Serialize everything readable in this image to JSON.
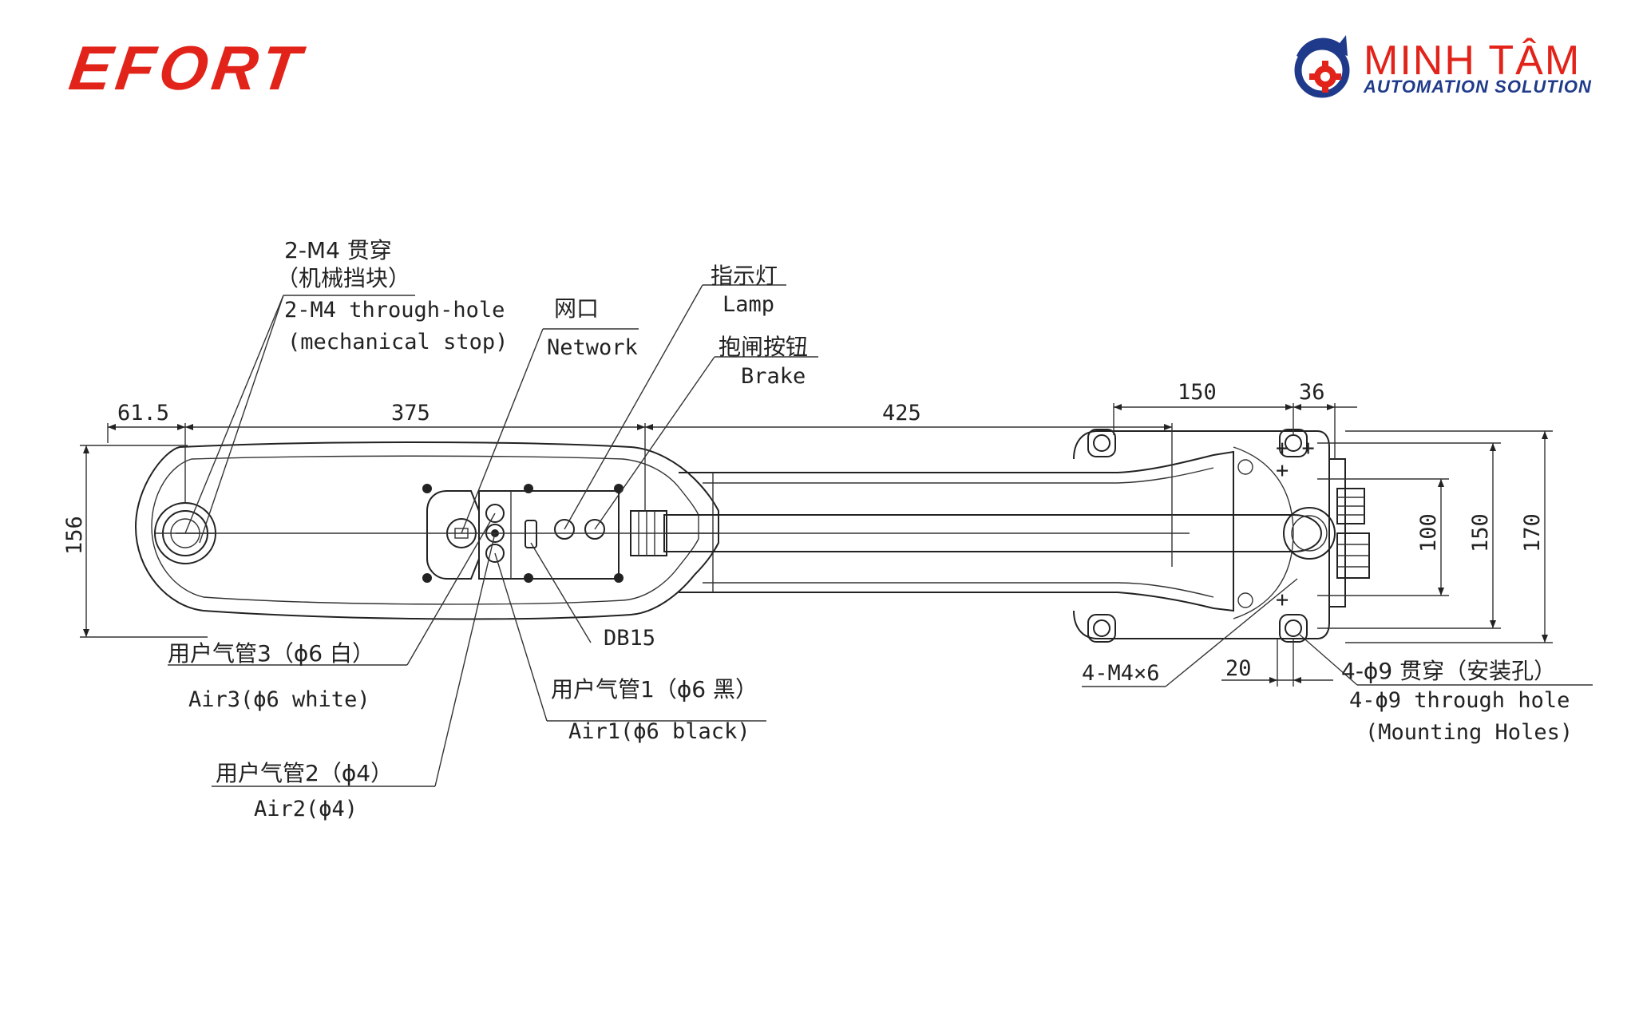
{
  "brands": {
    "left_logo": "EFORT",
    "right_logo_name": "MINH TÂM",
    "right_logo_subtitle": "AUTOMATION SOLUTION"
  },
  "labels": {
    "stop_cn": "2-M4 贯穿",
    "stop_cn2": "（机械挡块）",
    "stop_en1": "2-M4 through-hole",
    "stop_en2": "(mechanical stop)",
    "network_cn": "网口",
    "network_en": "Network",
    "lamp_cn": "指示灯",
    "lamp_en": "Lamp",
    "brake_cn": "抱闸按钮",
    "brake_en": "Brake",
    "air3_cn": "用户气管3（ϕ6 白）",
    "air3_en": "Air3(ϕ6 white)",
    "air2_cn": "用户气管2（ϕ4）",
    "air2_en": "Air2(ϕ4)",
    "air1_cn": "用户气管1（ϕ6 黑）",
    "air1_en": "Air1(ϕ6 black)",
    "db15": "DB15",
    "m4x6": "4-M4×6",
    "hole_cn": "4-ϕ9 贯穿（安装孔）",
    "hole_en1": "4-ϕ9 through hole",
    "hole_en2": "(Mounting Holes)"
  },
  "dimensions": {
    "d_61_5": "61.5",
    "d_375": "375",
    "d_425": "425",
    "d_150_top": "150",
    "d_36": "36",
    "d_156": "156",
    "d_100": "100",
    "d_150_side": "150",
    "d_170": "170",
    "d_20": "20"
  }
}
